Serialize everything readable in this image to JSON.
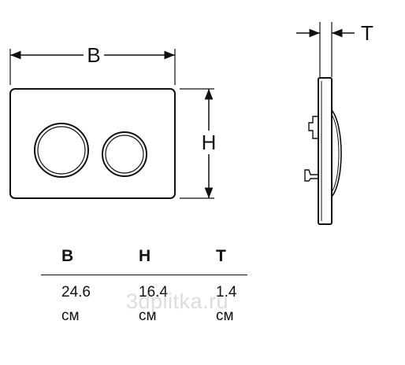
{
  "labels": {
    "width_symbol": "B",
    "height_symbol": "H",
    "thickness_symbol": "T"
  },
  "table": {
    "headers": [
      "B",
      "H",
      "T"
    ],
    "rows": [
      [
        {
          "value": "24.6",
          "unit": "см"
        },
        {
          "value": "16.4",
          "unit": "см"
        },
        {
          "value": "1.4",
          "unit": "см"
        }
      ]
    ]
  },
  "watermark": "3dplitka.ru",
  "colors": {
    "ink": "#111111",
    "watermark": "#969696"
  }
}
